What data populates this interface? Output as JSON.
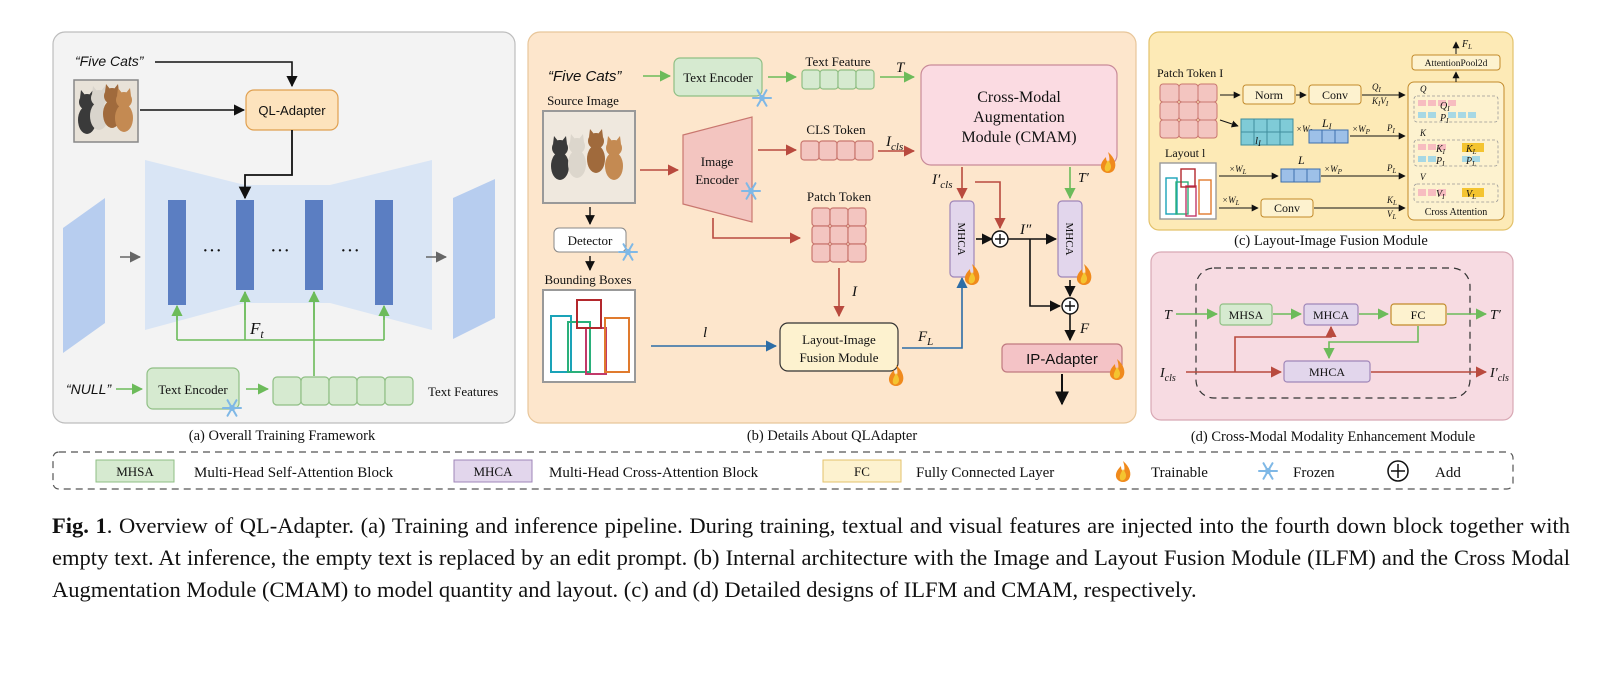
{
  "panel_a": {
    "prompt": "“Five Cats”",
    "adapter": "QL-Adapter",
    "ft_label": "F",
    "ft_sub": "t",
    "null_prompt": "“NULL”",
    "text_encoder": "Text Encoder",
    "text_features": "Text Features",
    "caption": "(a) Overall Training Framework"
  },
  "panel_b": {
    "prompt": "“Five Cats”",
    "text_encoder": "Text Encoder",
    "text_feature": "Text Feature",
    "t_label": "T",
    "source_image": "Source Image",
    "image_encoder_1": "Image",
    "image_encoder_2": "Encoder",
    "cls_token": "CLS Token",
    "i_cls": "I",
    "i_cls_sub": "cls",
    "patch_token": "Patch Token",
    "i_label": "I",
    "detector": "Detector",
    "bounding_boxes": "Bounding Boxes",
    "l_label": "l",
    "lif_1": "Layout-Image",
    "lif_2": "Fusion Module",
    "fl_label": "F",
    "fl_sub": "L",
    "cmam_1": "Cross-Modal",
    "cmam_2": "Augmentation",
    "cmam_3": "Module (CMAM)",
    "icls_prime": "I′",
    "t_prime": "T′",
    "mhca": "MHCA",
    "i_double_prime": "I″",
    "f_label": "F",
    "ip_adapter": "IP-Adapter",
    "caption": "(b) Details About QLAdapter"
  },
  "panel_c": {
    "patch_token": "Patch Token I",
    "layout": "Layout l",
    "norm": "Norm",
    "conv": "Conv",
    "attention_pool": "AttentionPool2d",
    "fl": "F",
    "fl_sub": "L",
    "cross_attention": "Cross Attention",
    "q": "Q",
    "k": "K",
    "v": "V",
    "qi": "Q",
    "ki_vi": "K",
    "wl": "×W",
    "wp": "×W",
    "li": "L",
    "l": "L",
    "pi": "P",
    "pl": "P",
    "kl": "K",
    "vl": "V",
    "caption": "(c) Layout-Image Fusion Module"
  },
  "panel_d": {
    "t": "T",
    "t_prime": "T′",
    "icls": "I",
    "icls_sub": "cls",
    "icls_out": "I′",
    "mhsa": "MHSA",
    "mhca": "MHCA",
    "fc": "FC",
    "caption": "(d) Cross-Modal Modality Enhancement Module"
  },
  "legend": {
    "mhsa": "MHSA",
    "mhsa_desc": "Multi-Head Self-Attention Block",
    "mhca": "MHCA",
    "mhca_desc": "Multi-Head Cross-Attention Block",
    "fc": "FC",
    "fc_desc": "Fully Connected Layer",
    "trainable": "Trainable",
    "frozen": "Frozen",
    "add": "Add"
  },
  "caption": {
    "label": "Fig. 1",
    "text": ". Overview of QL-Adapter. (a) Training and inference pipeline. During training, textual and visual features are injected into the fourth down block together with empty text. At inference, the empty text is replaced by an edit prompt. (b) Internal architecture with the Image and Layout Fusion Module (ILFM) and the Cross Modal Augmentation Module (CMAM) to model quantity and layout. (c) and (d) Detailed designs of ILFM and CMAM, respectively."
  },
  "colors": {
    "green_box": "#d6ead0",
    "purple_box": "#e2d6ec",
    "yellow_box": "#fdf2cf",
    "orange_panel": "#fde6cc",
    "pink_panel": "#f7dbe2",
    "blue_bar": "#5b7ec2",
    "red_arrow": "#b94a3e",
    "green_arrow": "#6cbb5a",
    "blue_arrow": "#2d6da6"
  }
}
